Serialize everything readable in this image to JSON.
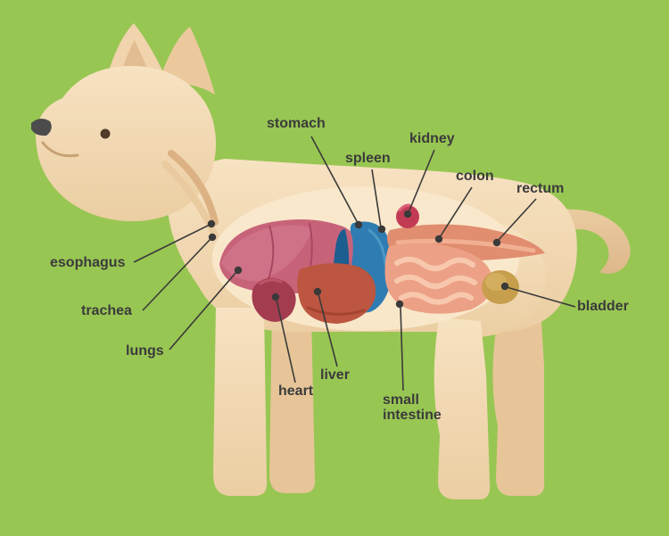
{
  "figure": {
    "type": "anatomy-diagram",
    "subject": "dog internal organs side view"
  },
  "labels": [
    {
      "id": "stomach",
      "text": "stomach"
    },
    {
      "id": "spleen",
      "text": "spleen"
    },
    {
      "id": "kidney",
      "text": "kidney"
    },
    {
      "id": "colon",
      "text": "colon"
    },
    {
      "id": "rectum",
      "text": "rectum"
    },
    {
      "id": "bladder",
      "text": "bladder"
    },
    {
      "id": "esophagus",
      "text": "esophagus"
    },
    {
      "id": "trachea",
      "text": "trachea"
    },
    {
      "id": "lungs",
      "text": "lungs"
    },
    {
      "id": "heart",
      "text": "heart"
    },
    {
      "id": "liver",
      "text": "liver"
    },
    {
      "id": "small_intestine",
      "text": "small\nintestine"
    }
  ],
  "palette": {
    "background": "#98C653",
    "dog_body": "#F3DBB7",
    "dog_shadow_limb": "#E7C598",
    "lungs": "#C76379",
    "heart": "#A43C50",
    "liver": "#BC5640",
    "stomach": "#2E7CB2",
    "spleen": "#1C5E90",
    "kidney": "#C23B54",
    "colon": "#E18D6F",
    "small_intestine": "#ECA186",
    "bladder": "#C79E4C",
    "label_text": "#3B3B3B",
    "leader_line": "#3A3A3A"
  }
}
